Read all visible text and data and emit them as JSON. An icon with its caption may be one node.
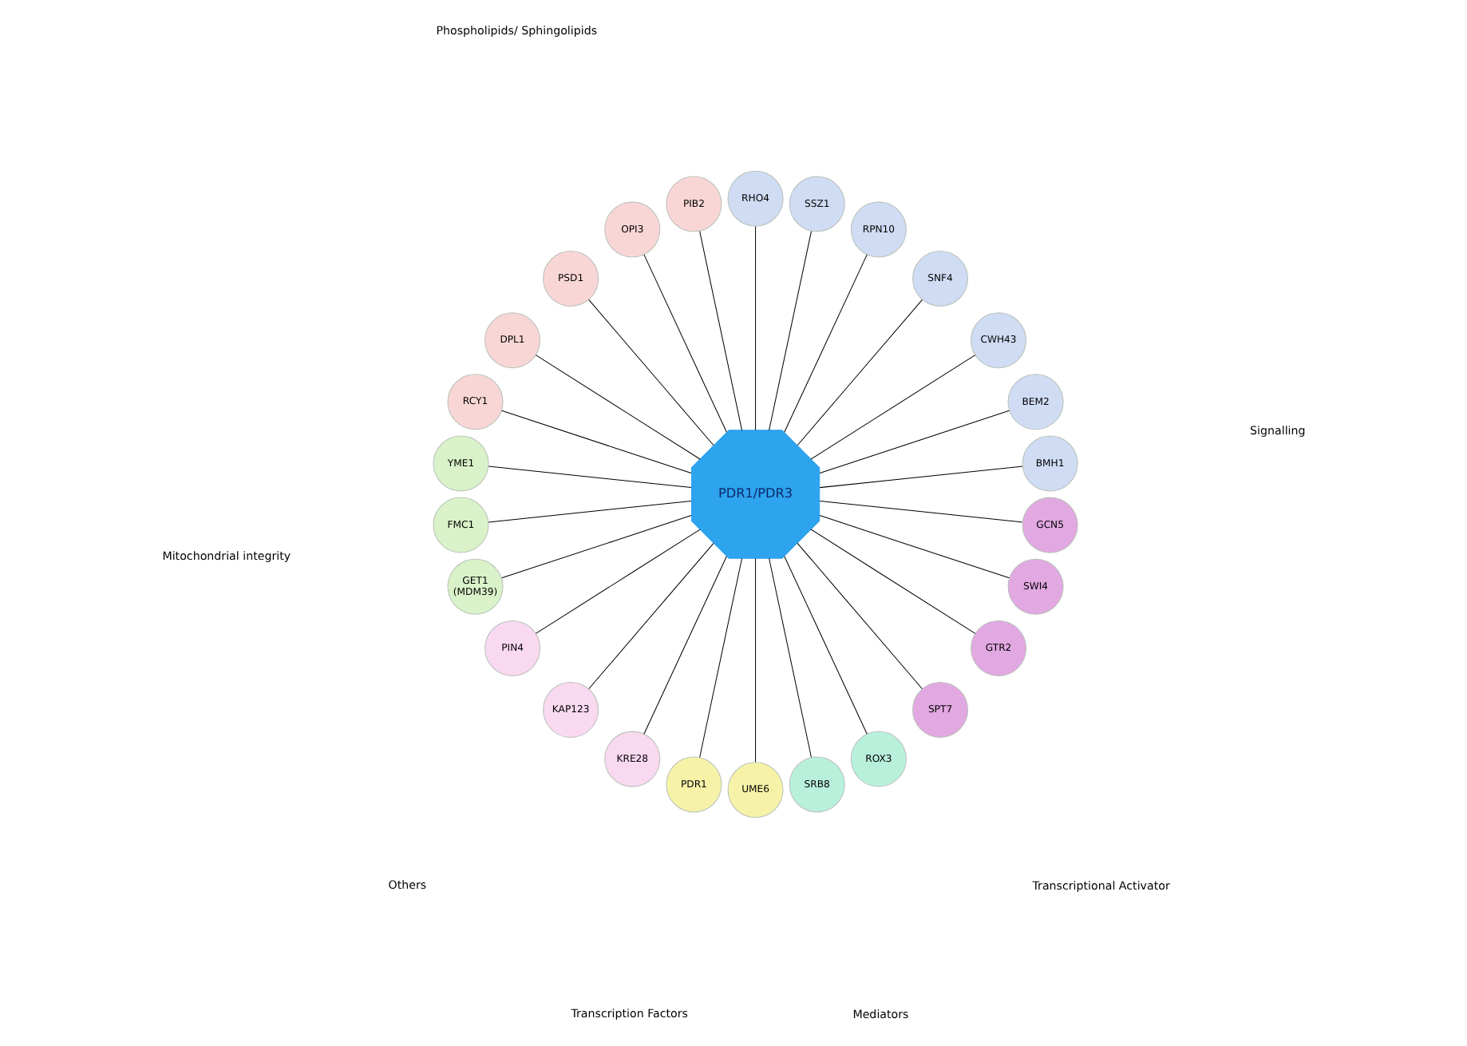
{
  "diagram": {
    "nodes": [
      {
        "text": [
          "PDR1/PDR3"
        ]
      },
      {
        "text": [
          "BMH1"
        ]
      },
      {
        "text": [
          "BEM2"
        ]
      },
      {
        "text": [
          "CWH43"
        ]
      },
      {
        "text": [
          "SNF4"
        ]
      },
      {
        "text": [
          "RPN10"
        ]
      },
      {
        "text": [
          "SSZ1"
        ]
      },
      {
        "text": [
          "RHO4"
        ]
      },
      {
        "text": [
          "PIB2"
        ]
      },
      {
        "text": [
          "OPI3"
        ]
      },
      {
        "text": [
          "PSD1"
        ]
      },
      {
        "text": [
          "DPL1"
        ]
      },
      {
        "text": [
          "RCY1"
        ]
      },
      {
        "text": [
          "YME1"
        ]
      },
      {
        "text": [
          "FMC1"
        ]
      },
      {
        "text": [
          "GET1",
          "(MDM39)"
        ]
      },
      {
        "text": [
          "PIN4"
        ]
      },
      {
        "text": [
          "KAP123"
        ]
      },
      {
        "text": [
          "KRE28"
        ]
      },
      {
        "text": [
          "PDR1"
        ]
      },
      {
        "text": [
          "UME6"
        ]
      },
      {
        "text": [
          "SRB8"
        ]
      },
      {
        "text": [
          "ROX3"
        ]
      },
      {
        "text": [
          "SPT7"
        ]
      },
      {
        "text": [
          "GTR2"
        ]
      },
      {
        "text": [
          "SWI4"
        ]
      },
      {
        "text": [
          "GCN5"
        ]
      }
    ],
    "edges": [
      {
        "from": 0,
        "to": 1,
        "arrow": "none"
      },
      {
        "from": 0,
        "to": 2,
        "arrow": "none"
      },
      {
        "from": 0,
        "to": 3,
        "arrow": "none"
      },
      {
        "from": 0,
        "to": 4,
        "arrow": "none"
      },
      {
        "from": 0,
        "to": 5,
        "arrow": "none"
      },
      {
        "from": 0,
        "to": 6,
        "arrow": "none"
      },
      {
        "from": 0,
        "to": 7,
        "arrow": "none"
      },
      {
        "from": 0,
        "to": 8,
        "arrow": "none"
      },
      {
        "from": 0,
        "to": 9,
        "arrow": "none"
      },
      {
        "from": 0,
        "to": 10,
        "arrow": "none"
      },
      {
        "from": 0,
        "to": 11,
        "arrow": "none"
      },
      {
        "from": 0,
        "to": 12,
        "arrow": "none"
      },
      {
        "from": 0,
        "to": 13,
        "arrow": "none"
      },
      {
        "from": 0,
        "to": 14,
        "arrow": "none"
      },
      {
        "from": 0,
        "to": 15,
        "arrow": "none"
      },
      {
        "from": 0,
        "to": 18,
        "arrow": "none"
      },
      {
        "from": 0,
        "to": 17,
        "arrow": "none"
      },
      {
        "from": 0,
        "to": 16,
        "arrow": "none"
      },
      {
        "from": 0,
        "to": 20,
        "arrow": "none"
      },
      {
        "from": 0,
        "to": 19,
        "arrow": "none"
      },
      {
        "from": 0,
        "to": 22,
        "arrow": "none"
      },
      {
        "from": 0,
        "to": 21,
        "arrow": "none"
      },
      {
        "from": 0,
        "to": 26,
        "arrow": "none"
      },
      {
        "from": 0,
        "to": 25,
        "arrow": "none"
      },
      {
        "from": 0,
        "to": 24,
        "arrow": "none"
      },
      {
        "from": 0,
        "to": 23,
        "arrow": "none"
      }
    ],
    "labels": [
      "Signalling",
      "Transcriptional Activator",
      "Phospholipids/ Sphingolipids",
      "Mitochondrial integrity",
      "Mediators",
      "Transcription Factors",
      "Others"
    ]
  }
}
